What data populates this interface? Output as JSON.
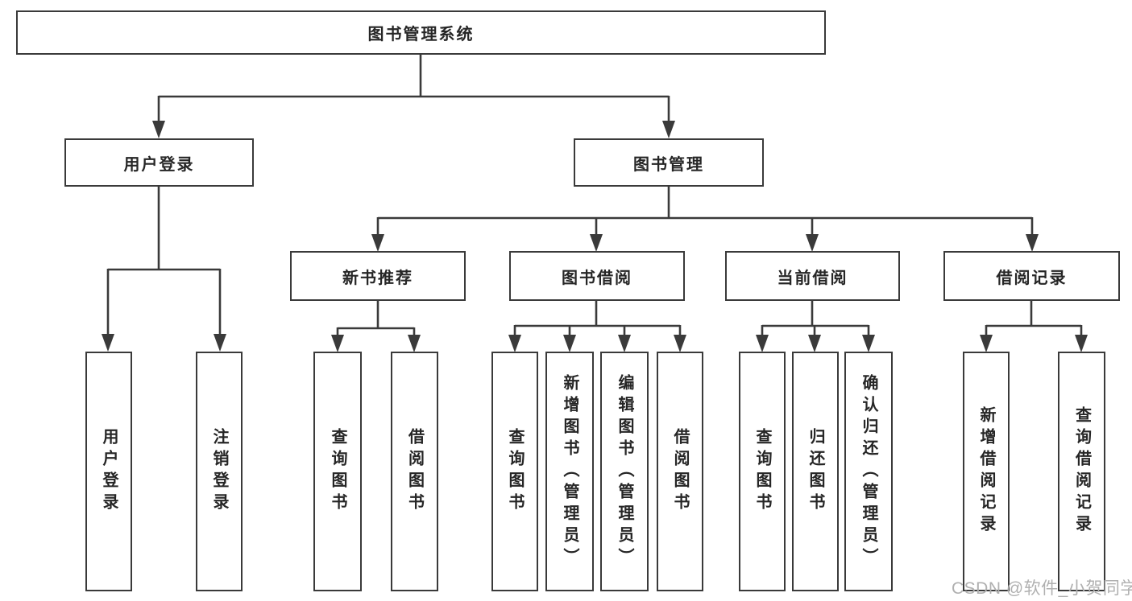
{
  "colors": {
    "line": "#3a3a3a",
    "box_border": "#3a3a3a",
    "text": "#262626",
    "background": "#ffffff",
    "watermark": "#b0b0b0"
  },
  "diagram": {
    "root": {
      "label": "图书管理系统"
    },
    "level2": [
      {
        "label": "用户登录"
      },
      {
        "label": "图书管理"
      }
    ],
    "level3": [
      {
        "label": "新书推荐",
        "parent": "图书管理"
      },
      {
        "label": "图书借阅",
        "parent": "图书管理"
      },
      {
        "label": "当前借阅",
        "parent": "图书管理"
      },
      {
        "label": "借阅记录",
        "parent": "图书管理"
      }
    ],
    "leaves": [
      {
        "label": "用户登录",
        "parent": "用户登录"
      },
      {
        "label": "注销登录",
        "parent": "用户登录"
      },
      {
        "label": "查询图书",
        "parent": "新书推荐"
      },
      {
        "label": "借阅图书",
        "parent": "新书推荐"
      },
      {
        "label": "查询图书",
        "parent": "图书借阅"
      },
      {
        "label": "新增图书（管理员）",
        "parent": "图书借阅"
      },
      {
        "label": "编辑图书（管理员）",
        "parent": "图书借阅"
      },
      {
        "label": "借阅图书",
        "parent": "图书借阅"
      },
      {
        "label": "查询图书",
        "parent": "当前借阅"
      },
      {
        "label": "归还图书",
        "parent": "当前借阅"
      },
      {
        "label": "确认归还（管理员）",
        "parent": "当前借阅"
      },
      {
        "label": "新增借阅记录",
        "parent": "借阅记录"
      },
      {
        "label": "查询借阅记录",
        "parent": "借阅记录"
      }
    ]
  },
  "watermark": {
    "text": "CSDN @软件_小贺同学"
  }
}
